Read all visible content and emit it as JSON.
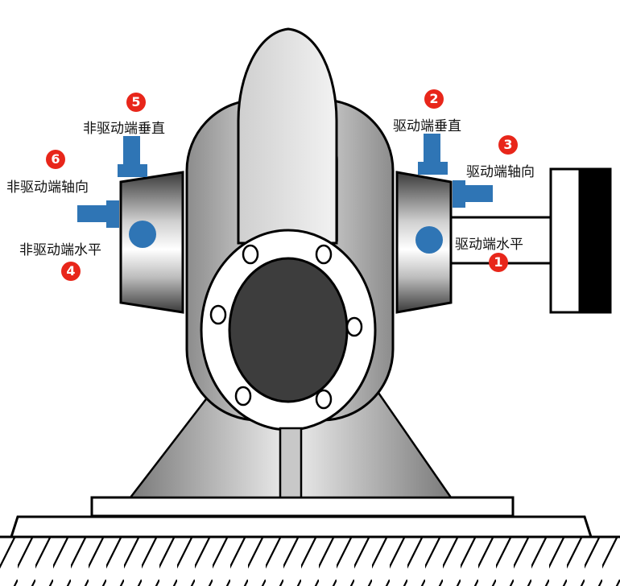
{
  "labels": {
    "drive_horizontal": "驱动端水平",
    "drive_vertical": "驱动端垂直",
    "drive_axial": "驱动端轴向",
    "nondrive_horizontal": "非驱动端水平",
    "nondrive_vertical": "非驱动端垂直",
    "nondrive_axial": "非驱动端轴向"
  },
  "badges": {
    "drive_horizontal": "1",
    "drive_vertical": "2",
    "drive_axial": "3",
    "nondrive_horizontal": "4",
    "nondrive_vertical": "5",
    "nondrive_axial": "6"
  },
  "colors": {
    "sensor": "#2f75b5",
    "badge": "#e8261a",
    "outline": "#000000",
    "body_dark": "#6e6e6e",
    "body_light": "#eeeeee",
    "bore": "#3d3d3d"
  }
}
